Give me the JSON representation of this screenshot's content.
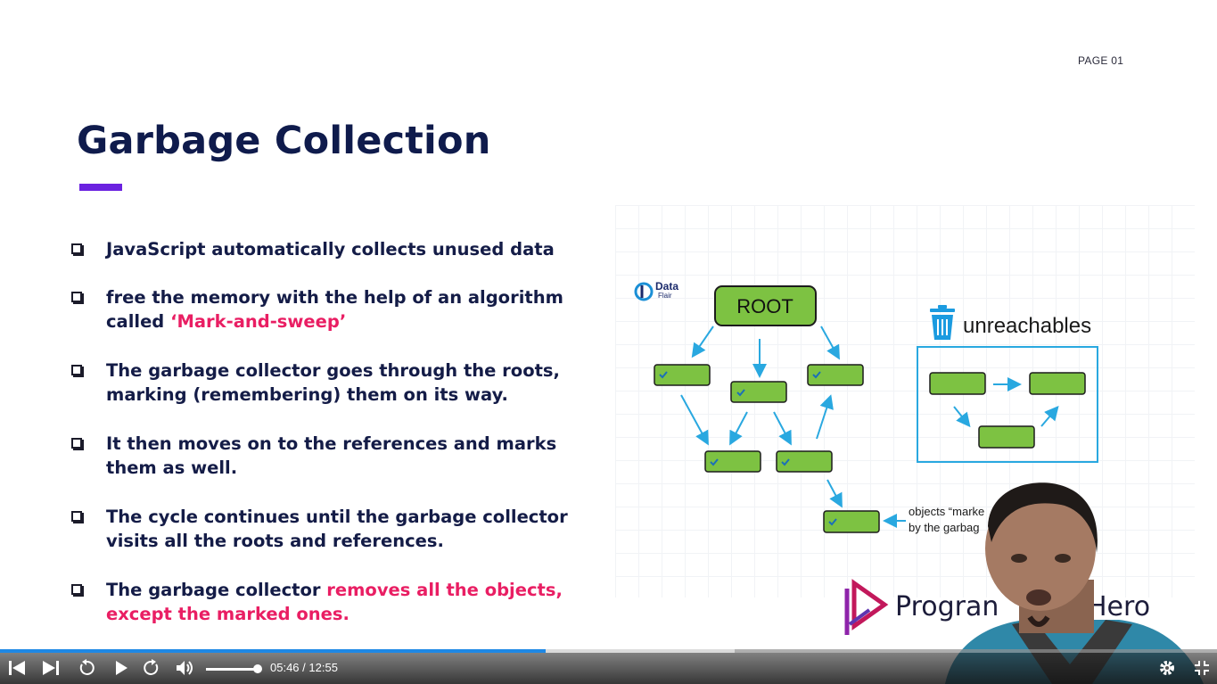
{
  "slide": {
    "page_label": "PAGE 01",
    "title": "Garbage Collection",
    "accent_color": "#6b22e0",
    "title_color": "#0f1b4c",
    "highlight_color": "#e91e63",
    "bullets": [
      {
        "text": "JavaScript automatically collects unused data"
      },
      {
        "before": "free the memory with the help of an algorithm called ",
        "highlight": "‘Mark-and-sweep’",
        "after": ""
      },
      {
        "text": "The garbage collector goes through the roots, marking (remembering) them on its way."
      },
      {
        "text": "It then moves on to the references and marks them as well."
      },
      {
        "text": "The cycle continues until the garbage collector visits all the roots and references."
      },
      {
        "before": "The garbage collector ",
        "highlight": "removes all the objects, except the marked ones.",
        "after": ""
      }
    ]
  },
  "diagram": {
    "logo_line1": "Data",
    "logo_line2": "Flair",
    "root_label": "ROOT",
    "unreachables_label": "unreachables",
    "note_line1": "objects “marke",
    "note_line2": "by the garbag",
    "node_color": "#7dc242",
    "arrow_color": "#29a8e0"
  },
  "brand": {
    "text": "Programming Hero",
    "visible_left": "Progran",
    "visible_right": "Hero"
  },
  "player": {
    "current_time": "05:46",
    "separator": " / ",
    "duration": "12:55",
    "progress_fraction": 0.448,
    "buffer_fraction": 0.604,
    "volume_fraction": 0.9,
    "icons": [
      "skip-back-icon",
      "skip-forward-icon",
      "rewind-icon",
      "play-icon",
      "forward-icon",
      "volume-icon",
      "settings-icon",
      "exit-fullscreen-icon"
    ]
  }
}
